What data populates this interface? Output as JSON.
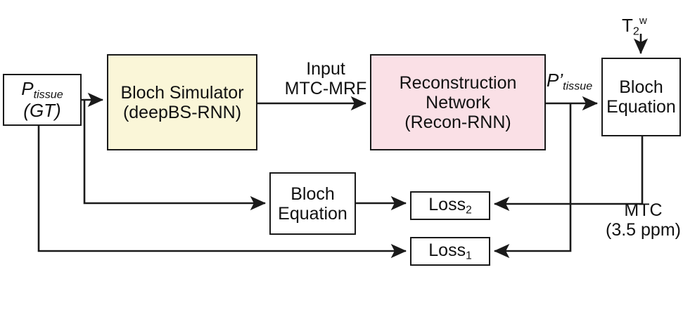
{
  "diagram": {
    "title": "MTC-MRF deep learning training pipeline",
    "colors": {
      "bloch_simulator_fill": "#faf6d8",
      "recon_network_fill": "#fae0e6",
      "box_stroke": "#1a1a1a",
      "background": "#ffffff"
    },
    "boxes": {
      "p_tissue_gt": {
        "line1": "P",
        "line1_sub": "tissue",
        "line2": "(GT)"
      },
      "bloch_simulator": {
        "line1": "Bloch Simulator",
        "line2": "(deepBS-RNN)"
      },
      "recon_network": {
        "line1": "Reconstruction",
        "line2": "Network",
        "line3": "(Recon-RNN)"
      },
      "bloch_equation_right": {
        "line1": "Bloch",
        "line2": "Equation"
      },
      "bloch_equation_mid": {
        "line1": "Bloch",
        "line2": "Equation"
      },
      "loss2": {
        "text": "Loss",
        "sub": "2"
      },
      "loss1": {
        "text": "Loss",
        "sub": "1"
      }
    },
    "labels": {
      "input_mtc_mrf": {
        "line1": "Input",
        "line2": "MTC-MRF"
      },
      "t2w": {
        "base": "T",
        "sub": "2",
        "sup": "w"
      },
      "p_prime_tissue": {
        "base": "P’",
        "sub": "tissue"
      },
      "mtc": {
        "line1": "MTC",
        "line2": "(3.5 ppm)"
      }
    }
  }
}
